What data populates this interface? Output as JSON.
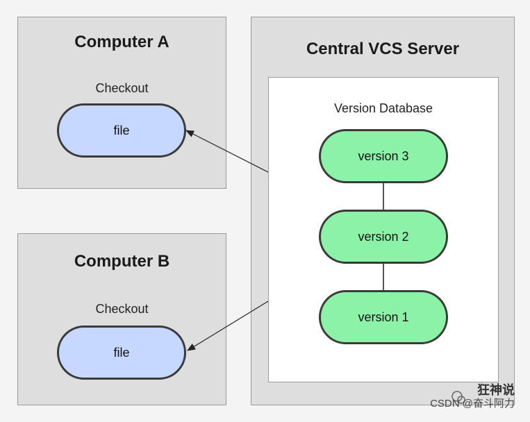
{
  "computer_a": {
    "title": "Computer A",
    "caption": "Checkout",
    "file_label": "file"
  },
  "computer_b": {
    "title": "Computer B",
    "caption": "Checkout",
    "file_label": "file"
  },
  "server": {
    "title": "Central VCS Server",
    "database": {
      "title": "Version Database",
      "versions": [
        "version 3",
        "version 2",
        "version 1"
      ]
    }
  },
  "watermark": {
    "line1": "狂神说",
    "line2": "CSDN @奋斗阿力"
  },
  "colors": {
    "panel": "#dedede",
    "file_fill": "#c6d8ff",
    "version_fill": "#8cf2a8",
    "border": "#3a3a3a"
  }
}
